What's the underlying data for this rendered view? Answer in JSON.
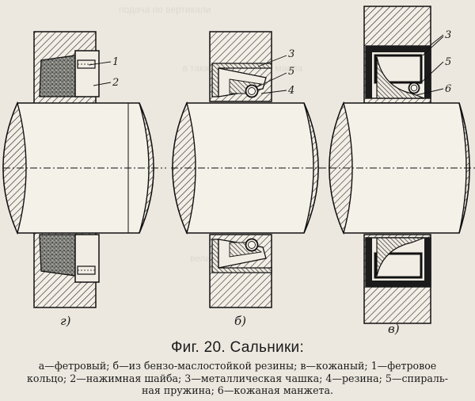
{
  "caption": {
    "title": "Фиг. 20. Сальники:",
    "line1": "а—фетровый; б—из бензо-маслостойкой резины; в—кожаный; 1—фетровое",
    "line2": "кольцо; 2—нажимная шайба; 3—металлическая чашка; 4—резина; 5—спираль-",
    "line3": "ная пружина; 6—кожаная манжета."
  },
  "figure": {
    "a": {
      "sublabel": "г)",
      "callouts": [
        "1",
        "2"
      ]
    },
    "b": {
      "sublabel": "б)",
      "callouts": [
        "3",
        "5",
        "4"
      ]
    },
    "c": {
      "sublabel": "в)",
      "callouts": [
        "3",
        "5",
        "6"
      ]
    }
  }
}
